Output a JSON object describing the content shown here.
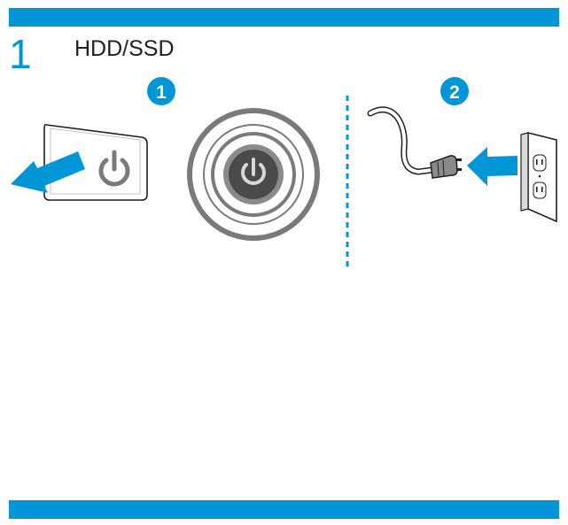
{
  "header": {
    "step_number": "1",
    "title": "HDD/SSD"
  },
  "steps": [
    {
      "badge": "1",
      "description_icons": [
        "power-button-icon",
        "push-arrow-icon",
        "power-hold-rings-icon"
      ]
    },
    {
      "badge": "2",
      "description_icons": [
        "power-cord-icon",
        "plug-arrow-icon",
        "wall-outlet-icon"
      ]
    }
  ],
  "colors": {
    "accent": "#0096d6",
    "icon_gray": "#7a7a7a",
    "dark_gray": "#555555",
    "outline": "#231f20"
  }
}
